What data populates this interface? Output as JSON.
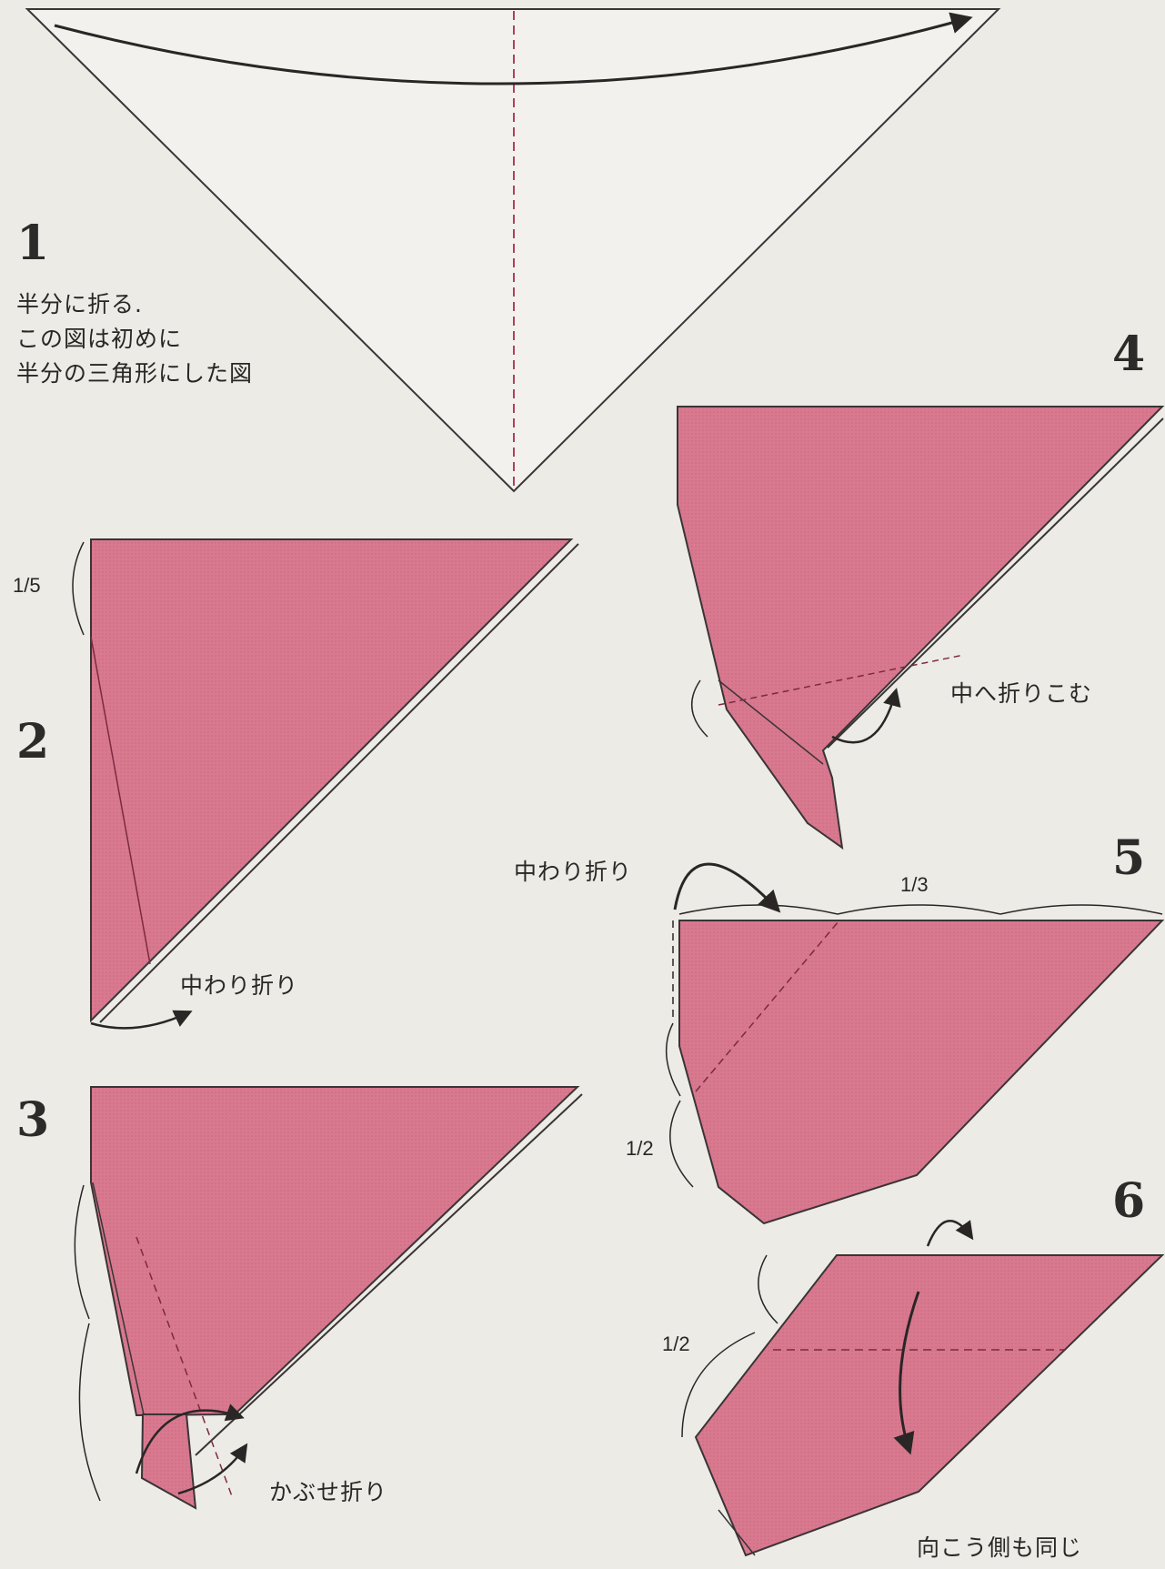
{
  "steps": [
    {
      "number": "1",
      "lines": [
        "半分に折る.",
        "この図は初めに",
        "半分の三角形にした図"
      ]
    },
    {
      "number": "2",
      "label": "中わり折り",
      "fraction": "1/5"
    },
    {
      "number": "3",
      "label": "かぶせ折り"
    },
    {
      "number": "4",
      "label": "中へ折りこむ"
    },
    {
      "number": "5",
      "label": "中わり折り",
      "fractions": [
        "1/3",
        "1/2"
      ]
    },
    {
      "number": "6",
      "fraction": "1/2",
      "note": "向こう側も同じ"
    }
  ],
  "colors": {
    "paper": "#ecebe6",
    "pink": "#d8798f",
    "pink_dark": "#c25d76",
    "line": "#3a3436",
    "dash": "#9a2a44"
  }
}
